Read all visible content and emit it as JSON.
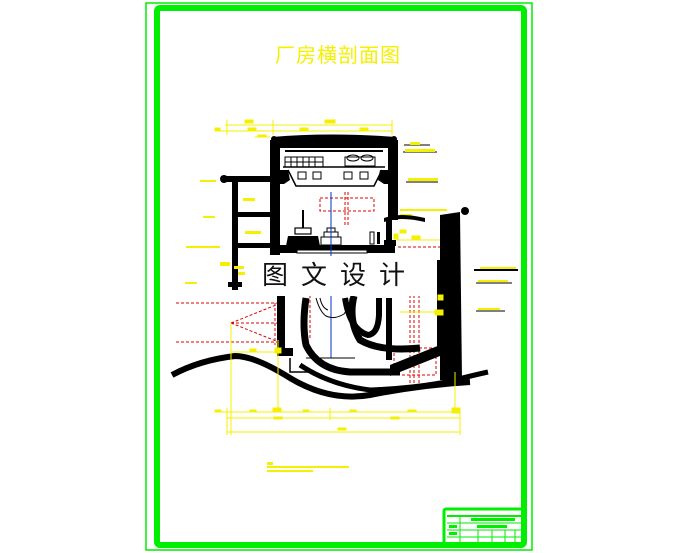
{
  "drawing": {
    "title": "厂房横剖面图",
    "watermark": "图文设计",
    "colors": {
      "frame": "#00ee00",
      "annotation": "#f4f000",
      "structure": "#000000",
      "hidden_line": "#dd0000",
      "center_line": "#0033cc",
      "background": "#ffffff"
    },
    "title_block": {
      "position": "bottom-right",
      "rows": 4
    }
  }
}
